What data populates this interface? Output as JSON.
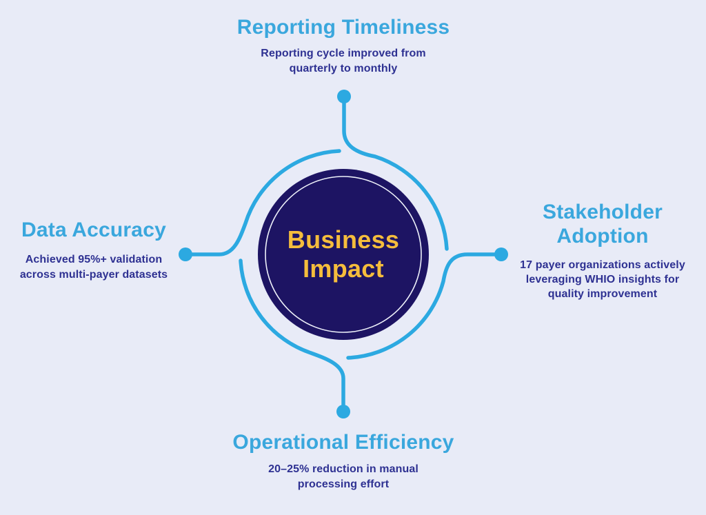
{
  "center": {
    "title_lines": [
      "Business",
      "Impact"
    ]
  },
  "sections": {
    "top": {
      "title": "Reporting Timeliness",
      "subtitle_lines": [
        "Reporting cycle improved from",
        "quarterly to monthly"
      ]
    },
    "left": {
      "title": "Data Accuracy",
      "subtitle_lines": [
        "Achieved 95%+ validation",
        "across multi-payer datasets"
      ]
    },
    "right": {
      "title_lines": [
        "Stakeholder",
        "Adoption"
      ],
      "subtitle_lines": [
        "17 payer organizations actively",
        "leveraging WHIO insights for",
        "quality improvement"
      ]
    },
    "bottom": {
      "title": "Operational Efficiency",
      "subtitle_lines": [
        "20–25% reduction in manual",
        "processing effort"
      ]
    }
  },
  "colors": {
    "background": "#e8ebf7",
    "accent_blue": "#2ca9e1",
    "heading_blue": "#3aa7dd",
    "navy_circle": "#1d1463",
    "subtitle_navy": "#2e3192",
    "center_gold": "#f5bd3c",
    "inner_ring": "#eef1fa"
  }
}
